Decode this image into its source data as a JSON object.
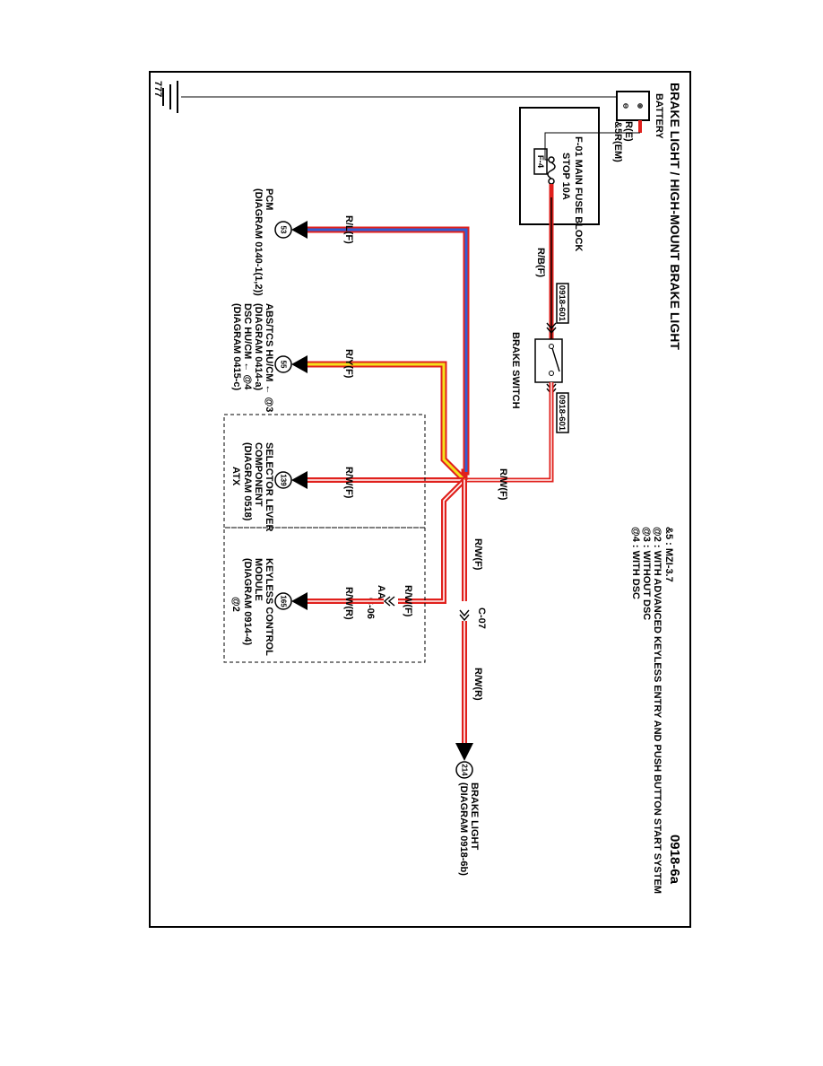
{
  "title": "BRAKE LIGHT / HIGH-MOUNT BRAKE LIGHT",
  "diagram_number": "0918-6a",
  "ground_symbol": "777",
  "notes": [
    "&5 : MZI-3.7",
    "@2 : WITH ADVANCED KEYLESS ENTRY AND PUSH BUTTON START SYSTEM",
    "@3 : WITHOUT DSC",
    "@4 : WITH DSC"
  ],
  "battery": {
    "label": "BATTERY",
    "neg": "⊖",
    "pos": "⊕"
  },
  "battery_wire_top": "R(E)",
  "battery_wire_bottom": "&5R(EM)",
  "fuse_block": {
    "label": "F-01 MAIN FUSE BLOCK",
    "fuse_name": "STOP 10A",
    "fuse_id": "F-4"
  },
  "wire_rbf": "R/B(F)",
  "connector_0918_601": "0918-601",
  "brake_switch_label": "BRAKE SWITCH",
  "wire_rwf": "R/W(F)",
  "wire_rlf": "R/L(F)",
  "wire_ryf": "R/Y(F)",
  "wire_rwr": "R/W(R)",
  "connector_c07": "C-07",
  "connector_c06": "C-06",
  "connector_aa": "AA",
  "pcm": {
    "ref": "53",
    "name": "PCM",
    "diagram": "(DIAGRAM 0140-1(1,2))"
  },
  "abs": {
    "ref": "55",
    "line1": "ABS/TCS HU/CM ← @3",
    "line2": "(DIAGRAM 0414-a)",
    "line3": "DSC HU/CM ← @4",
    "line4": "(DIAGRAM 0415-c)"
  },
  "selector": {
    "ref": "139",
    "line1": "SELECTOR LEVER",
    "line2": "COMPONENT",
    "line3": "(DIAGRAM 0518)",
    "group": "ATX"
  },
  "keyless": {
    "ref": "165",
    "line1": "KEYLESS CONTROL",
    "line2": "MODULE",
    "line3": "(DIAGRAM 0914-4)",
    "group": "@2"
  },
  "brake_light": {
    "ref": "214",
    "line1": "BRAKE LIGHT",
    "line2": "(DIAGRAM 0918-6b)"
  },
  "colors": {
    "red": "#e0201c",
    "blue": "#2f5fd6",
    "yellow": "#f3e21b",
    "black": "#000000"
  }
}
